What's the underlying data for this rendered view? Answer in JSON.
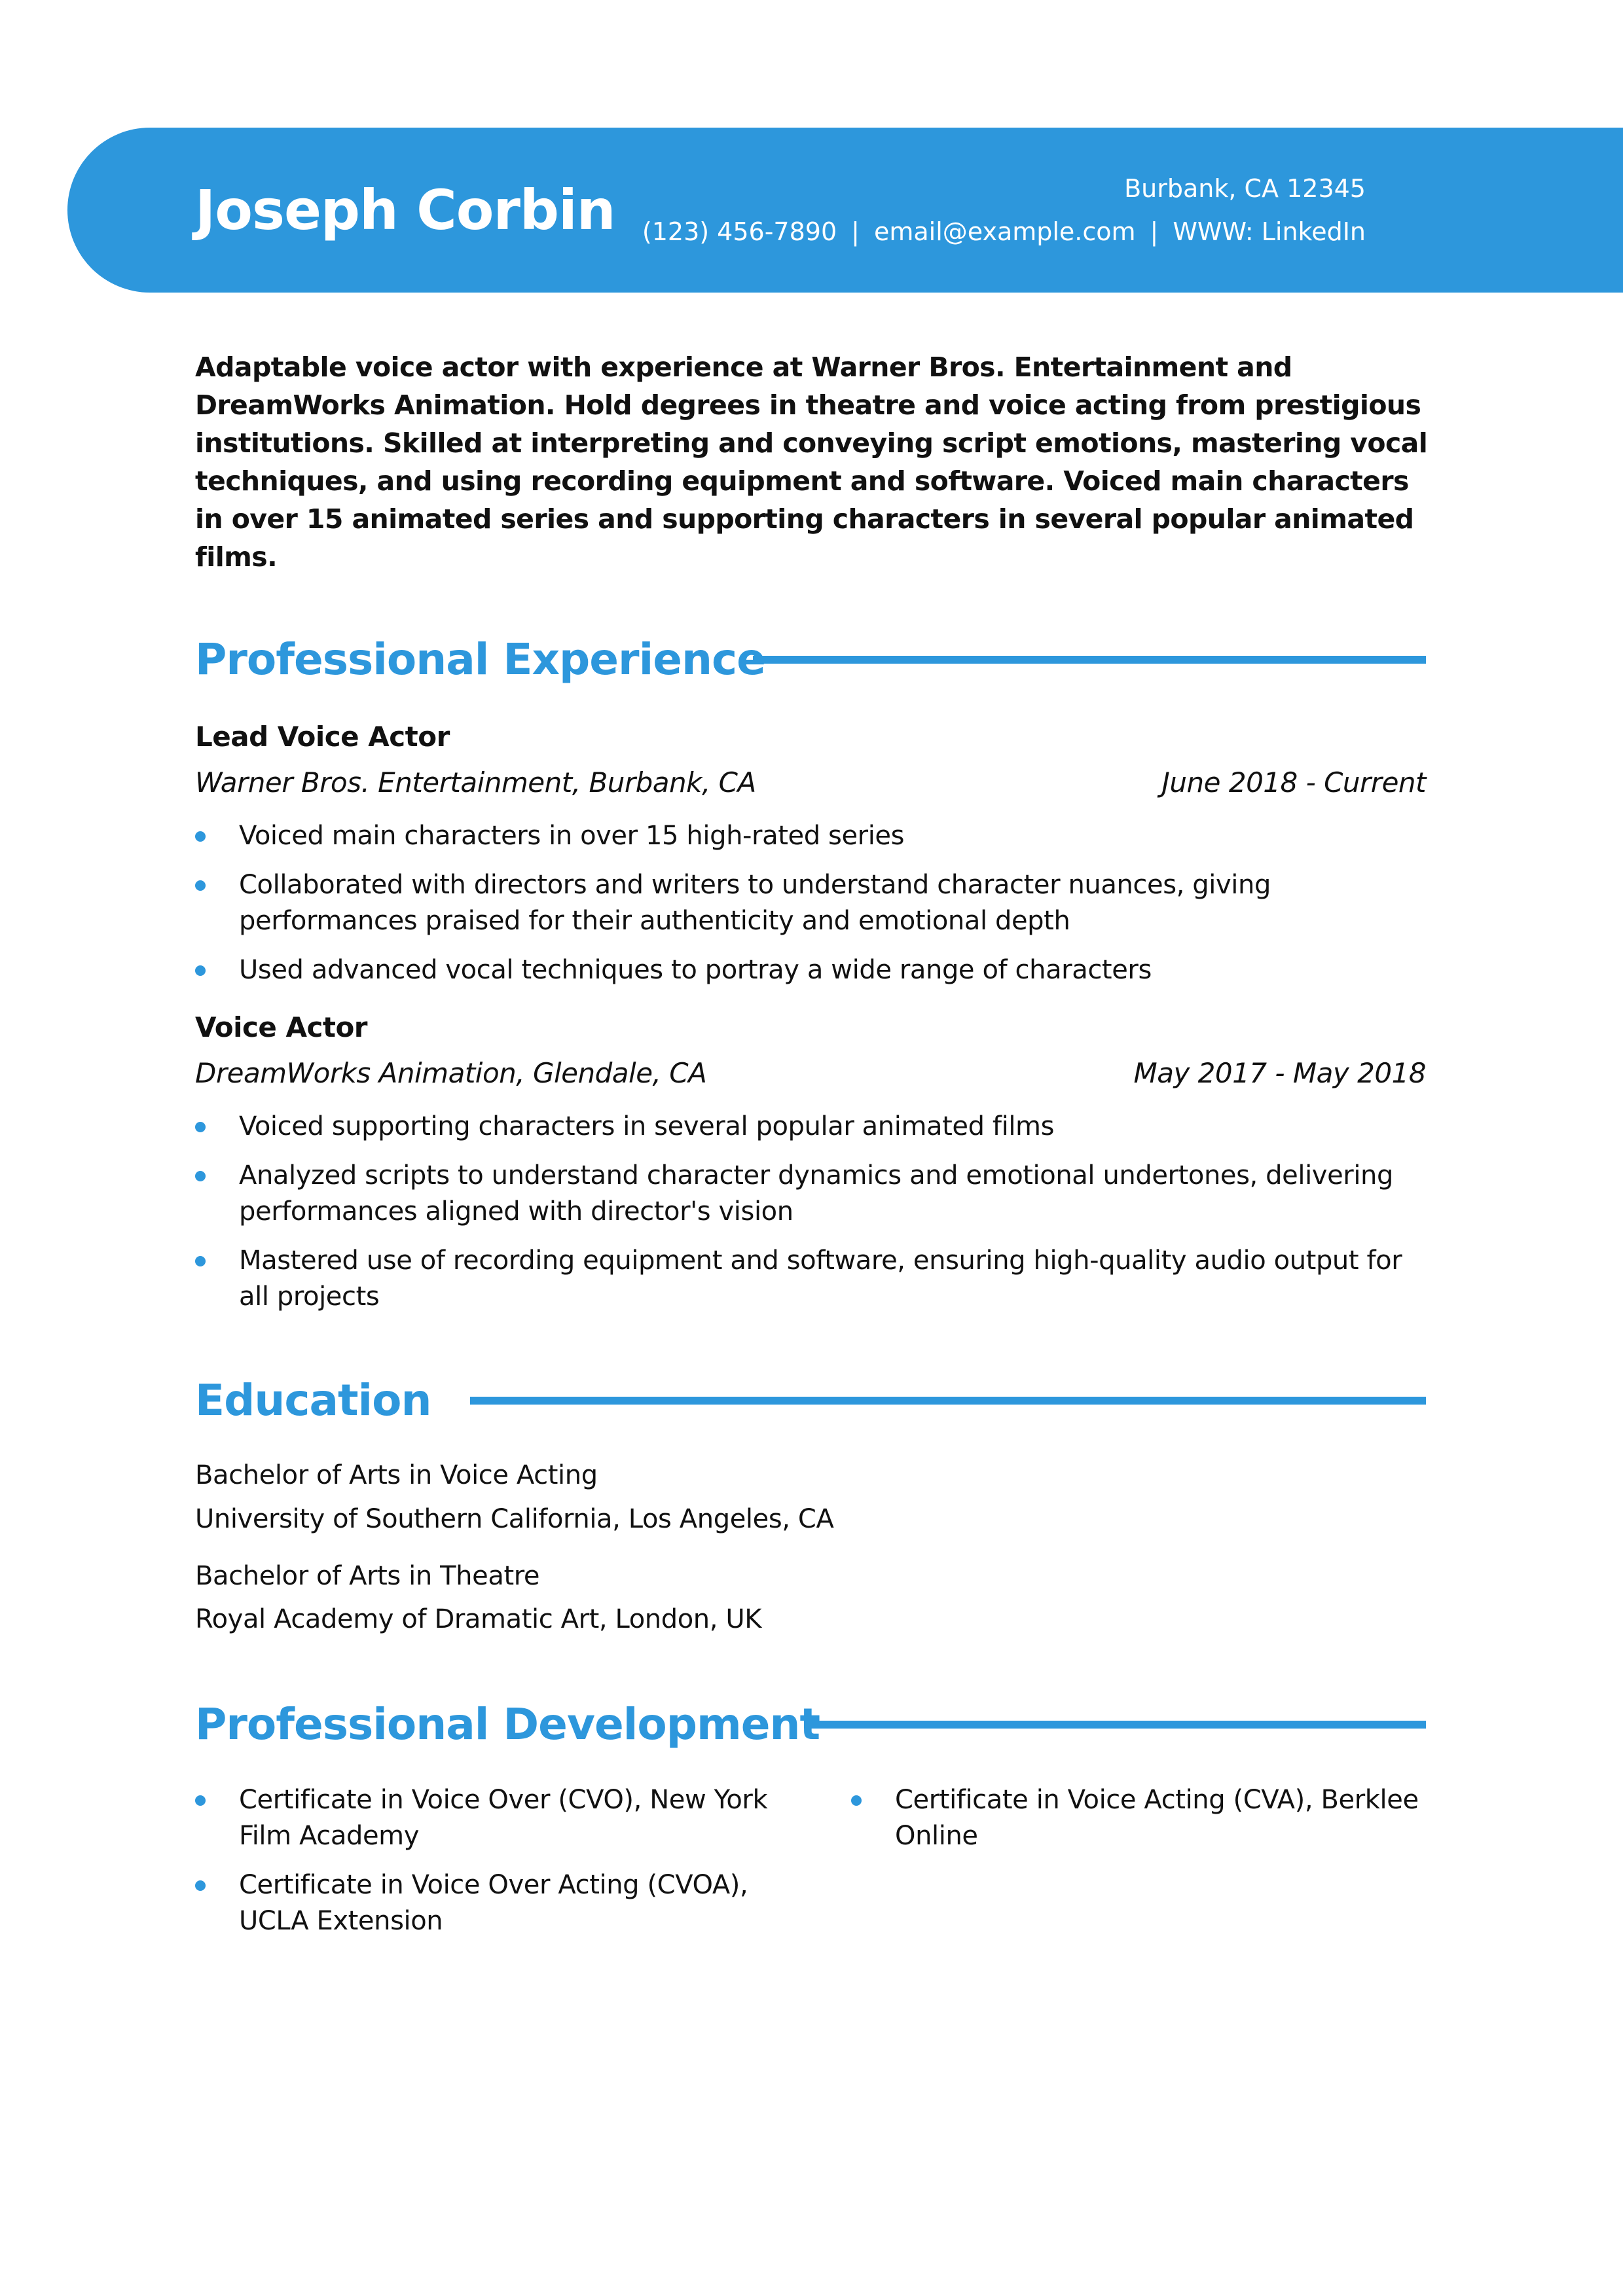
{
  "header": {
    "name": "Joseph Corbin",
    "location": "Burbank, CA 12345",
    "phone": "(123) 456-7890",
    "email": "email@example.com",
    "website": "WWW: LinkedIn",
    "separator": "|"
  },
  "summary": "Adaptable voice actor with experience at Warner Bros. Entertainment and DreamWorks Animation. Hold degrees in theatre and voice acting from prestigious institutions. Skilled at interpreting and conveying script emotions, mastering vocal techniques, and using recording equipment and software. Voiced main characters in over 15 animated series and supporting characters in several popular animated films.",
  "experience": {
    "heading": "Professional Experience",
    "jobs": [
      {
        "title": "Lead Voice Actor",
        "company": "Warner Bros. Entertainment, Burbank, CA",
        "dates": "June 2018 - Current",
        "bullets": [
          "Voiced main characters in over 15 high-rated series",
          "Collaborated with directors and writers to understand character nuances, giving performances praised for their authenticity and emotional depth",
          "Used advanced vocal techniques to portray a wide range of characters"
        ]
      },
      {
        "title": "Voice Actor",
        "company": "DreamWorks Animation, Glendale, CA",
        "dates": "May 2017 - May 2018",
        "bullets": [
          "Voiced supporting characters in several popular animated films",
          "Analyzed scripts to understand character dynamics and emotional undertones, delivering performances aligned with director's vision",
          "Mastered use of recording equipment and software, ensuring high-quality audio output for all projects"
        ]
      }
    ]
  },
  "education": {
    "heading": "Education",
    "entries": [
      {
        "degree": "Bachelor of Arts in Voice Acting",
        "school": "University of Southern California, Los Angeles, CA"
      },
      {
        "degree": "Bachelor of Arts in Theatre",
        "school": "Royal Academy of Dramatic Art, London, UK"
      }
    ]
  },
  "development": {
    "heading": "Professional Development",
    "items": [
      "Certificate in Voice Over (CVO), New York Film Academy",
      "Certificate in Voice Over Acting (CVOA), UCLA Extension",
      "Certificate in Voice Acting (CVA), Berklee Online"
    ]
  },
  "colors": {
    "accent": "#2d97dc",
    "text": "#111111",
    "background": "#ffffff"
  }
}
